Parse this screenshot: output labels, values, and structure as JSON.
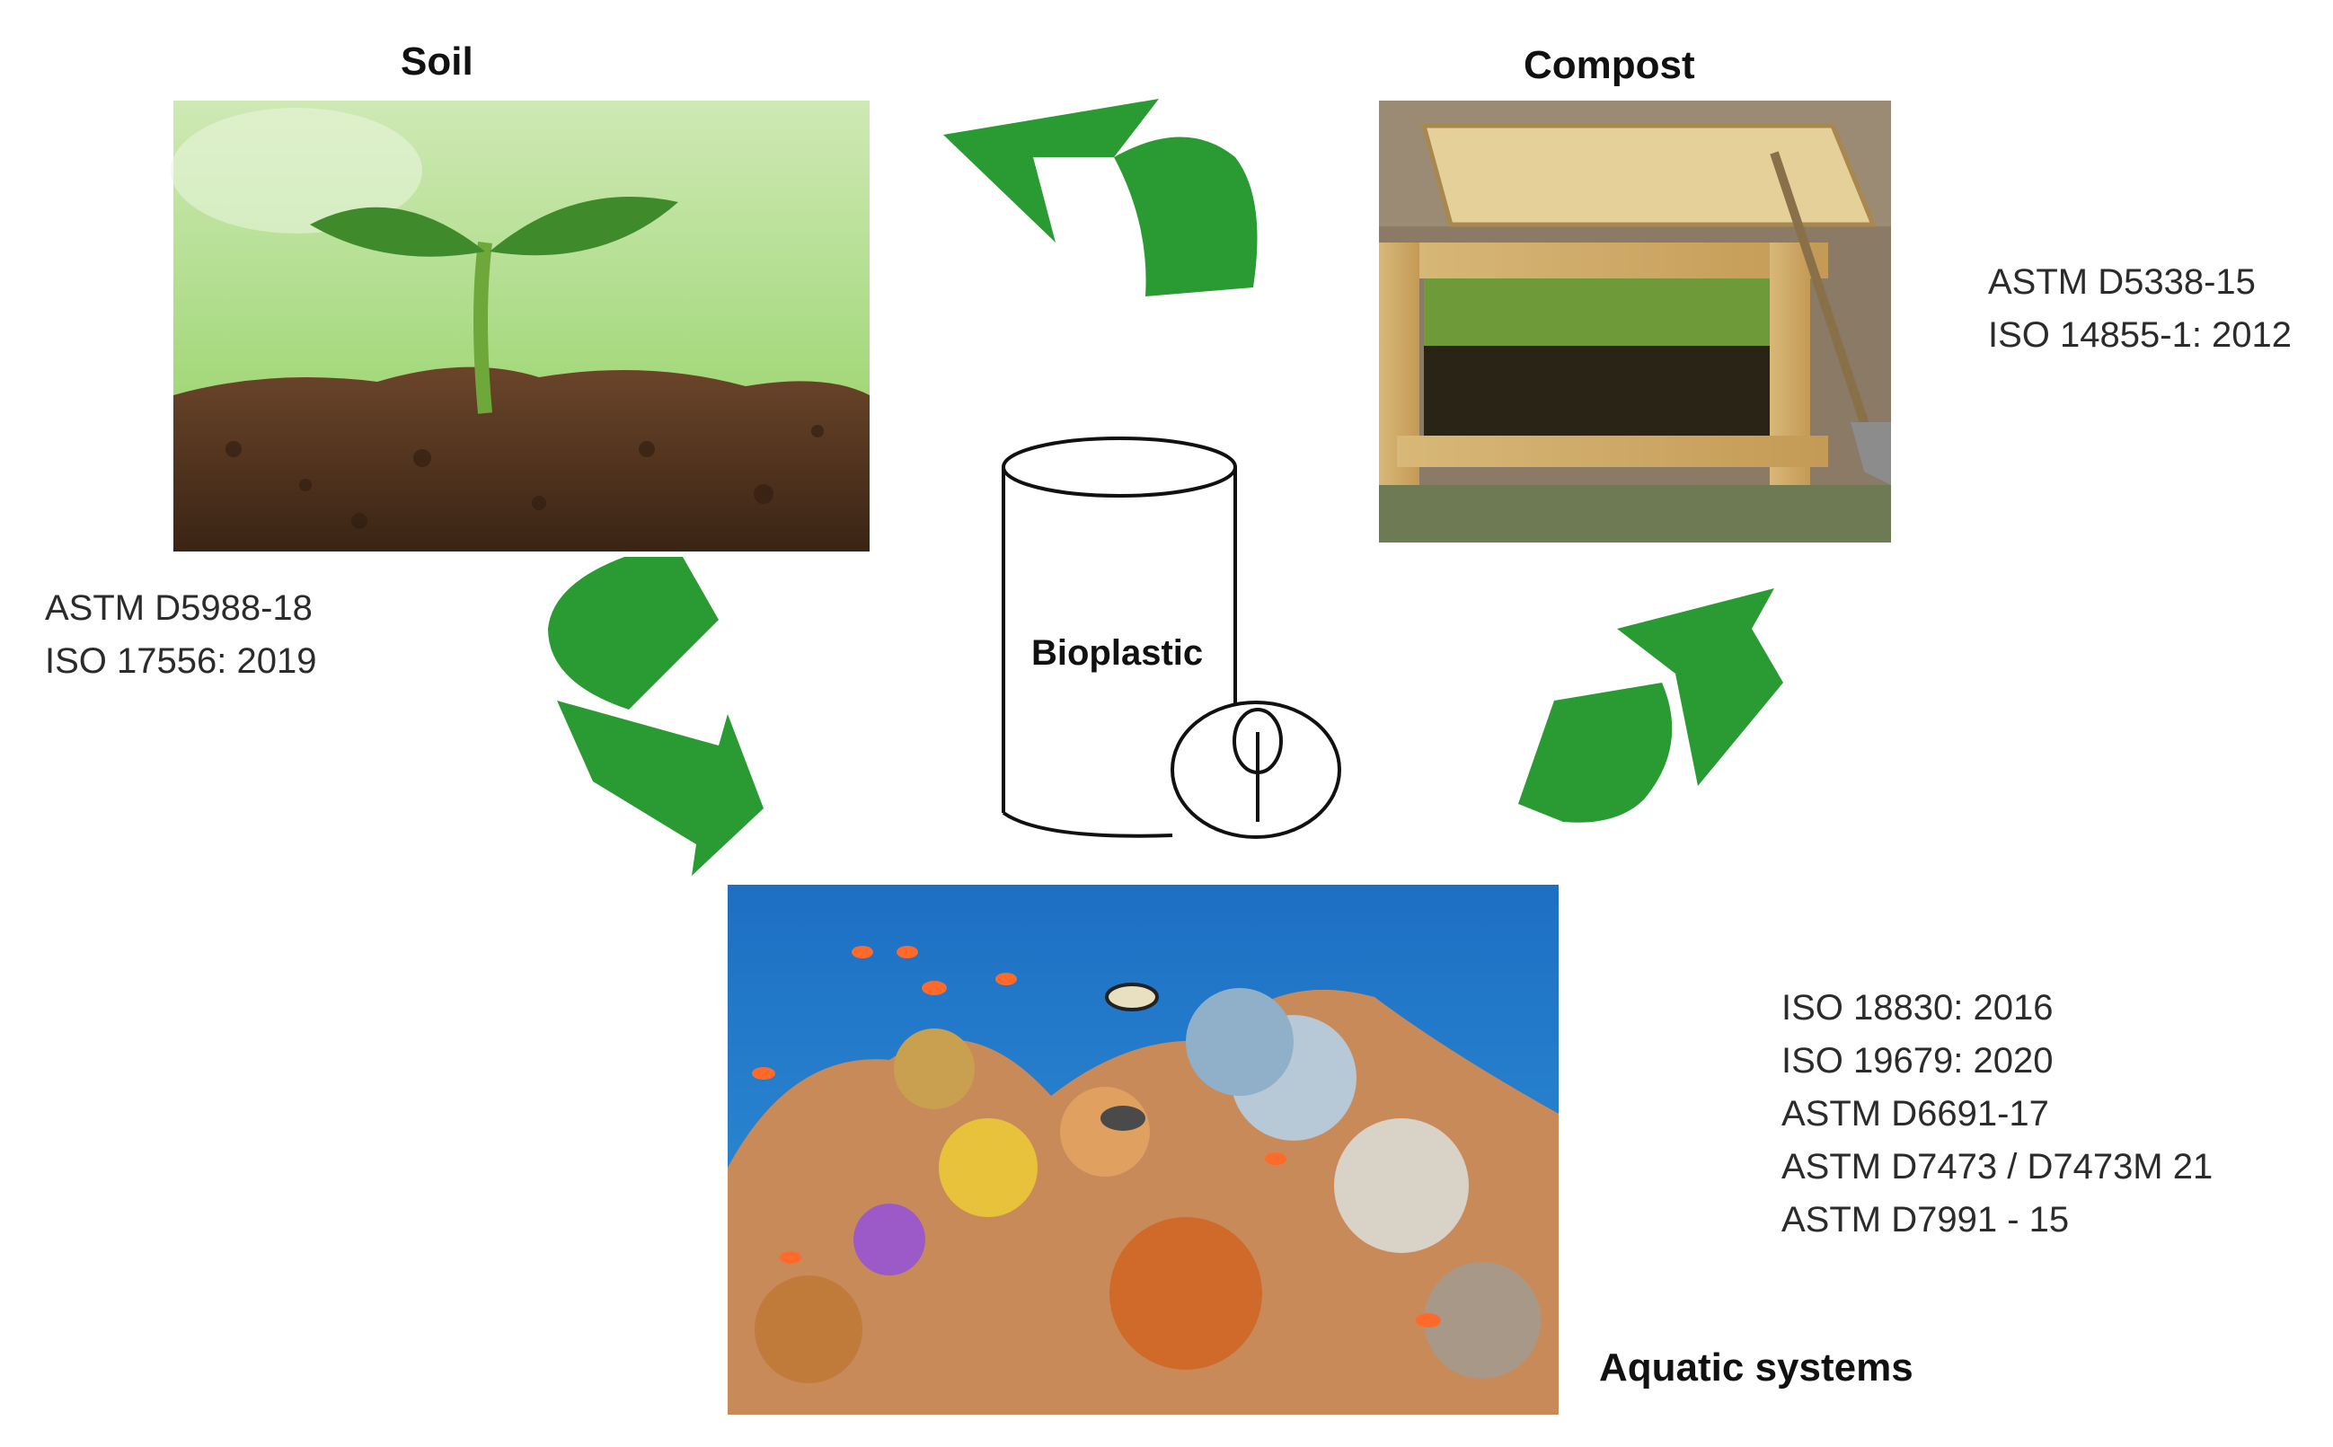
{
  "center": {
    "label": "Bioplastic"
  },
  "soil": {
    "title": "Soil",
    "standards": [
      "ASTM D5988-18",
      "ISO 17556: 2019"
    ]
  },
  "compost": {
    "title": "Compost",
    "standards": [
      "ASTM D5338-15",
      "ISO 14855-1: 2012"
    ]
  },
  "aquatic": {
    "title": "Aquatic systems",
    "standards": [
      "ISO 18830: 2016",
      "ISO 19679: 2020",
      "ASTM D6691-17",
      "ASTM D7473 / D7473M  21",
      "ASTM D7991 - 15"
    ]
  },
  "colors": {
    "arrow": "#2a9a32",
    "water": "#1f73c7",
    "soil": "#5a3a22",
    "leaf": "#58a83a"
  }
}
